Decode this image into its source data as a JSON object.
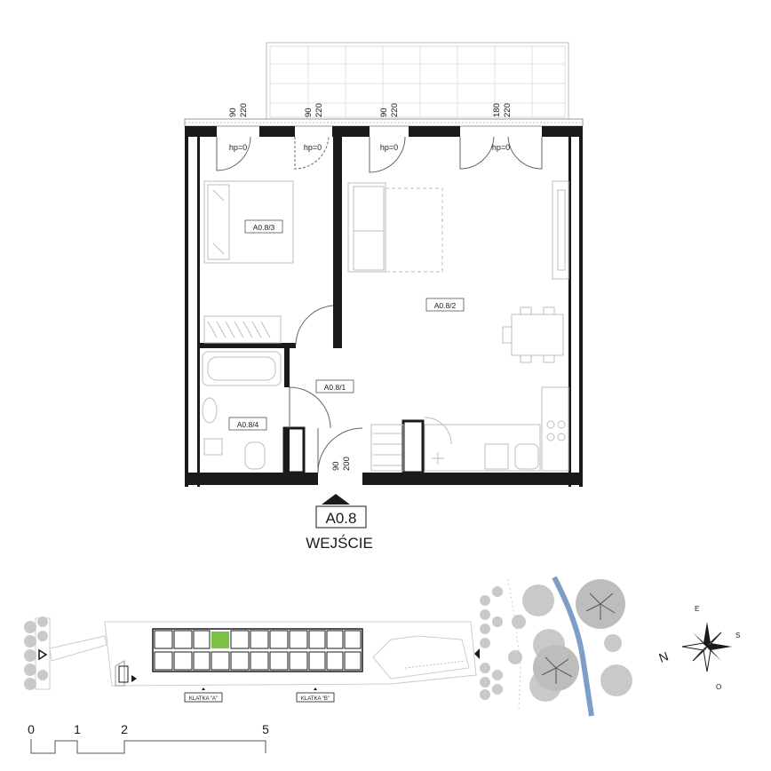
{
  "apartment": {
    "code": "A0.8",
    "entrance_label": "WEJŚCIE"
  },
  "rooms": [
    {
      "id": "A0.8/1"
    },
    {
      "id": "A0.8/2"
    },
    {
      "id": "A0.8/3"
    },
    {
      "id": "A0.8/4"
    }
  ],
  "openings": [
    {
      "width": "90",
      "height": "220",
      "threshold": "hp=0"
    },
    {
      "width": "90",
      "height": "220",
      "threshold": "hp=0"
    },
    {
      "width": "90",
      "height": "220",
      "threshold": "hp=0"
    },
    {
      "width": "180",
      "height": "220",
      "threshold": "hp=0"
    }
  ],
  "entrance_door": {
    "width": "90",
    "height": "200"
  },
  "site_plan": {
    "stairwells": [
      "KLATKA \"A\"",
      "KLATKA \"B\""
    ],
    "highlight_color": "#7dc242"
  },
  "compass": {
    "north": "N",
    "east": "E",
    "south": "S",
    "west": "O"
  },
  "scale_bar": {
    "ticks": [
      "0",
      "1",
      "2",
      "5"
    ]
  },
  "colors": {
    "wall": "#1a1a1a",
    "furniture": "#bdbdbd",
    "tree": "#c9c9c9",
    "river": "#7d9fc7"
  }
}
